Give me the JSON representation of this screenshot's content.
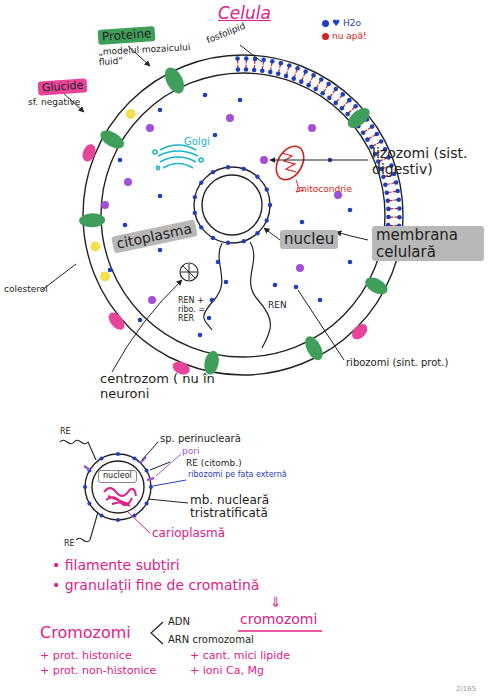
{
  "diagram": {
    "title": "Celula",
    "nodes": [
      {
        "text": [
          "Proteine"
        ]
      },
      {
        "text": [
          "Glucide"
        ]
      },
      {
        "text": [
          "citoplasma"
        ]
      },
      {
        "text": [
          "nucleu"
        ]
      },
      {
        "text": [
          "membrana celulară"
        ]
      },
      {
        "text": [
          "nucleol"
        ]
      }
    ],
    "labels": [
      "„modelul mozaicului fluid”",
      "sf. negative",
      "fosfolipid",
      "lizozomi (sist. digestiv)",
      "Golgi",
      "mitocondrie",
      "colesterol",
      "REN + ribo. = RER",
      "REN",
      "ribozomi (sint. prot.)",
      "centrozom ( nu în neuroni",
      "RE",
      "sp. perinucleară",
      "pori",
      "RE (citomb.)",
      "ribozomi pe fața externă",
      "mb. nucleară tristratificată",
      "RE",
      "carioplasmă",
      "• filamente subțiri",
      "• granulații fine de cromatină",
      "⇓",
      "cromozomi",
      "Cromozomi",
      "ADN",
      "ARN cromozomal",
      "+ prot. histonice",
      "+ cant. mici lipide",
      "+ prot. non-histonice",
      "+ ioni Ca, Mg",
      "2/165"
    ],
    "legend": [
      {
        "text": "♥ H2o",
        "color": "#1f3fbf"
      },
      {
        "text": "nu apă!",
        "color": "#d62020"
      }
    ]
  }
}
